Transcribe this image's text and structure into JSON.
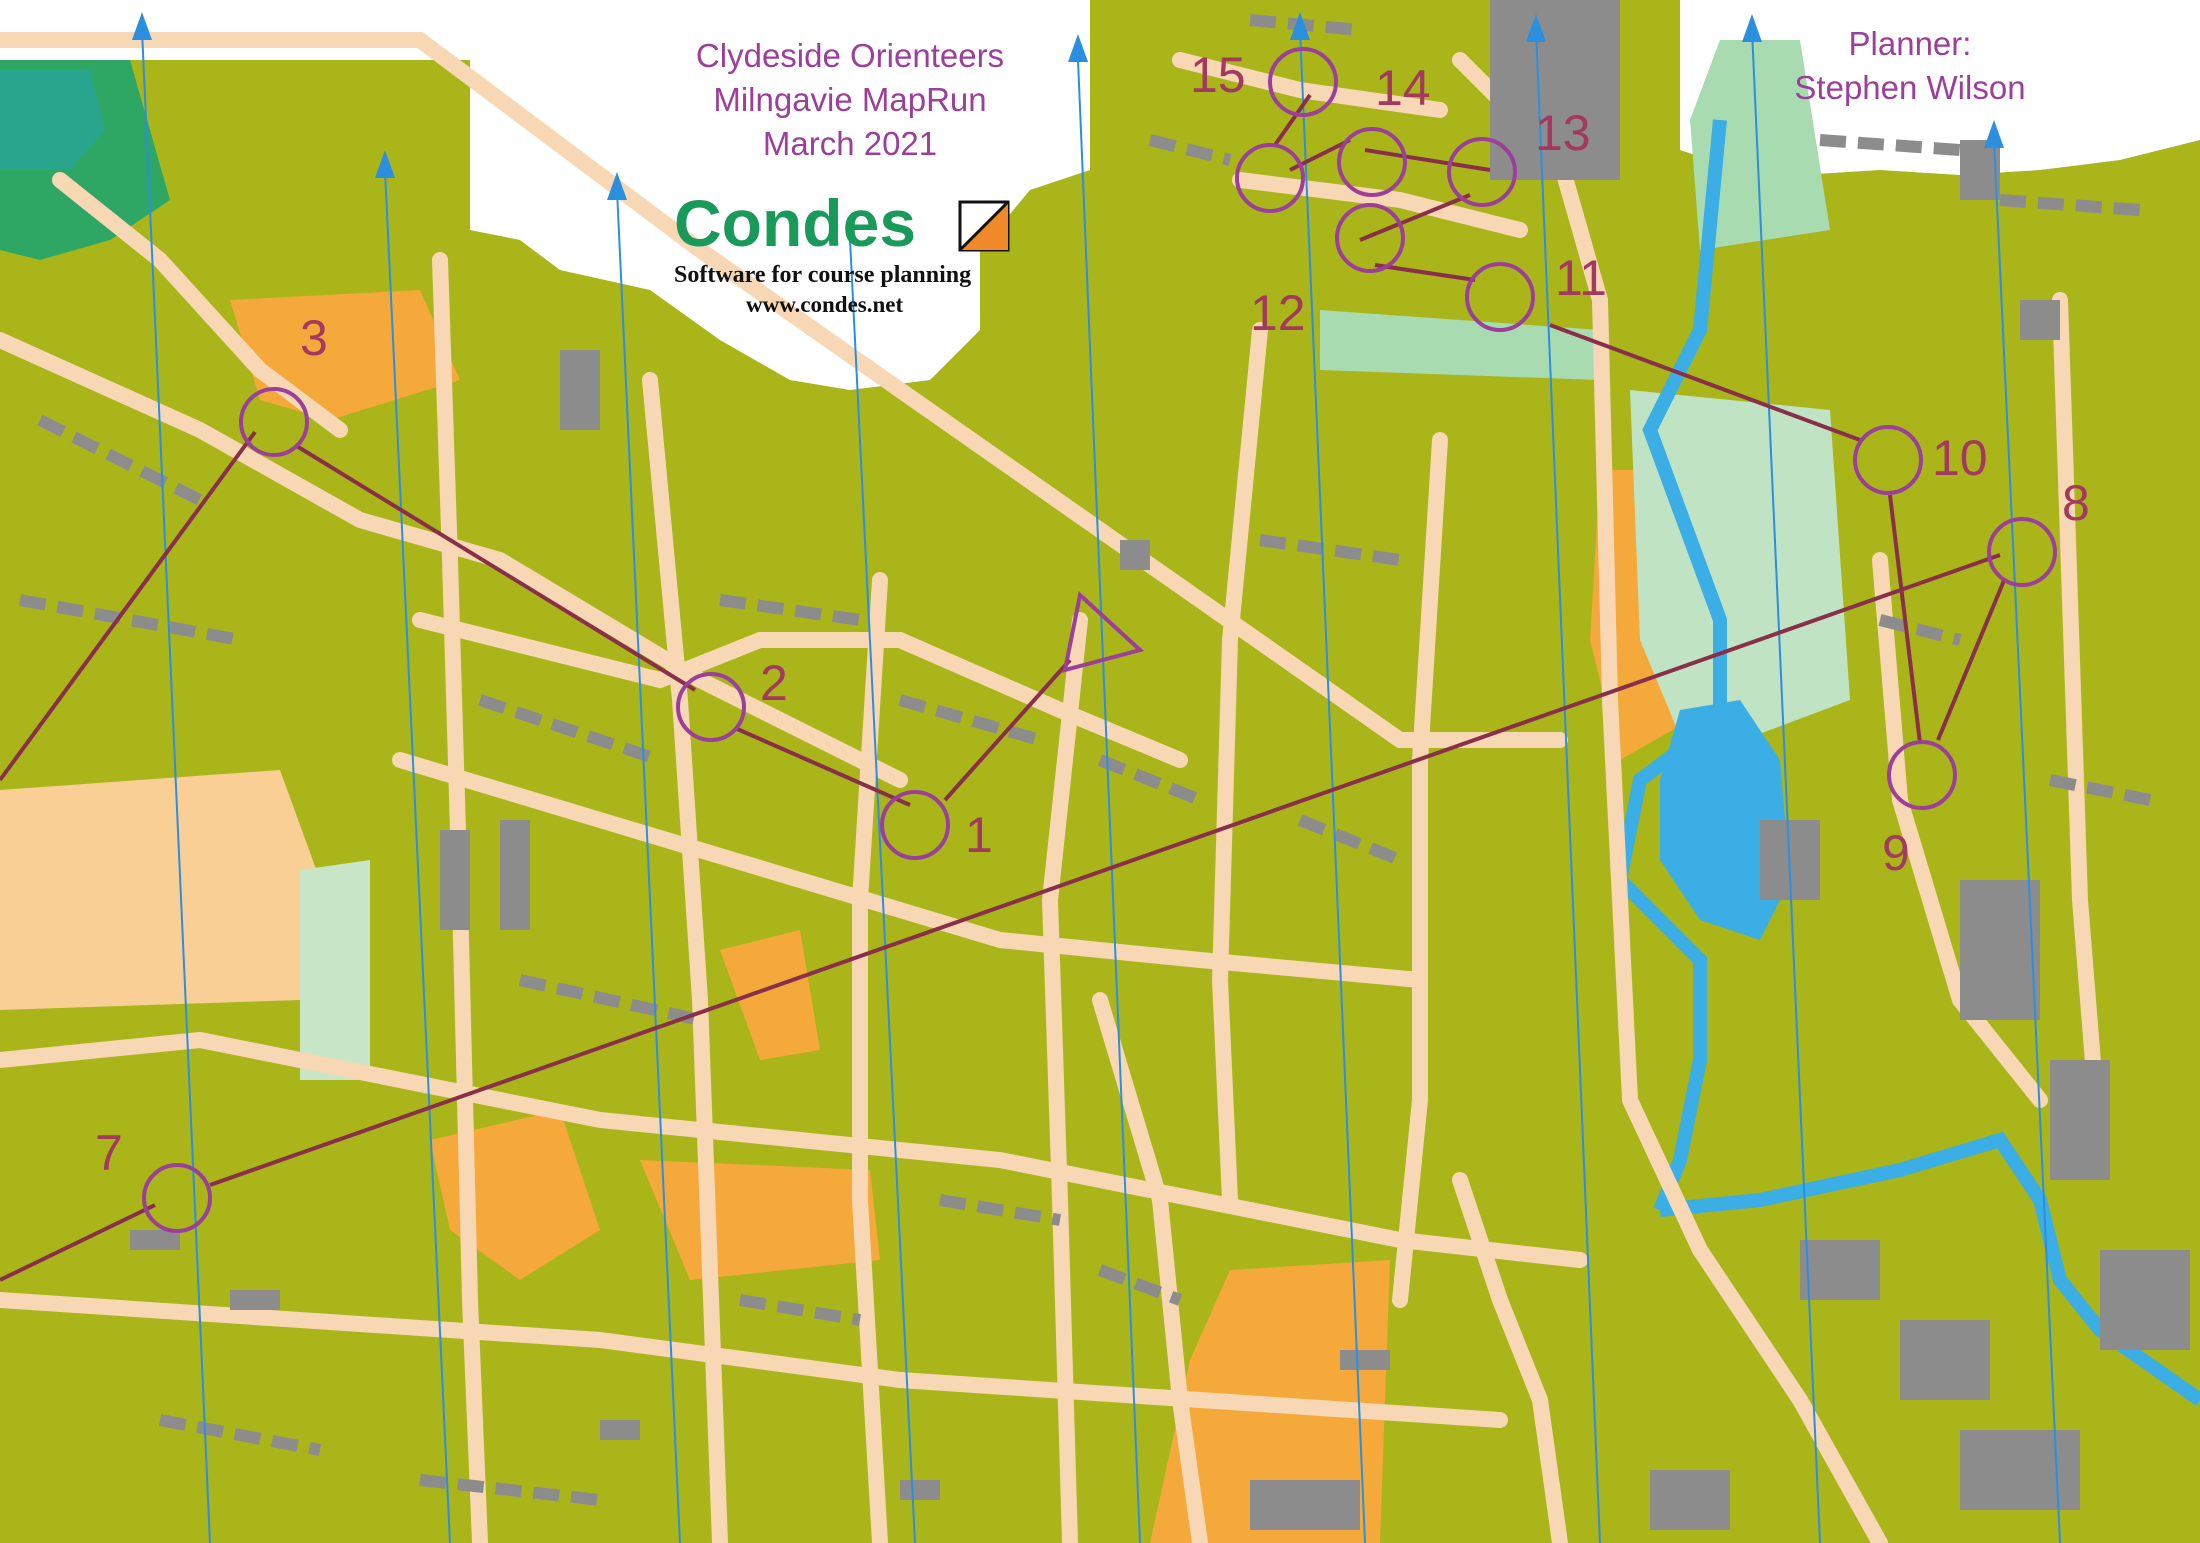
{
  "map": {
    "title_lines": [
      "Clydeside Orienteers",
      "Milngavie MapRun",
      "March 2021"
    ],
    "planner_lines": [
      "Planner:",
      "Stephen Wilson"
    ],
    "logo": {
      "name": "Condes",
      "tagline": "Software for course planning",
      "url": "www.condes.net"
    },
    "colors": {
      "green": "#a9b519",
      "road": "#f7d7b4",
      "building": "#8c8c8c",
      "open": "#f4a93a",
      "water": "#3aaee5",
      "course": "#9b3f9b",
      "course_leg": "#8a2f4a",
      "meridian": "#2b8fe0"
    },
    "course": {
      "start": {
        "label": "start-triangle"
      },
      "controls": [
        {
          "number": "1"
        },
        {
          "number": "2"
        },
        {
          "number": "3"
        },
        {
          "number": "7"
        },
        {
          "number": "8"
        },
        {
          "number": "9"
        },
        {
          "number": "10"
        },
        {
          "number": "11"
        },
        {
          "number": "12"
        },
        {
          "number": "13"
        },
        {
          "number": "14"
        },
        {
          "number": "15"
        }
      ]
    }
  }
}
